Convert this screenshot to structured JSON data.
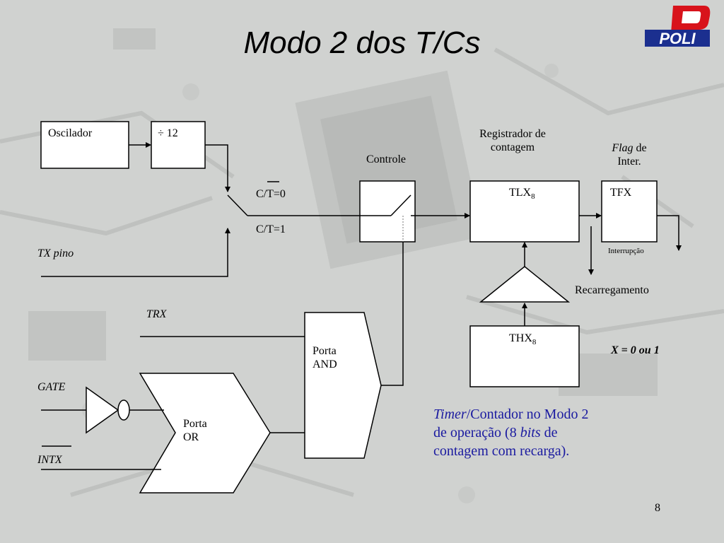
{
  "slide": {
    "title": "Modo 2 dos T/Cs",
    "page_number": "8",
    "logo_text": "POLI"
  },
  "blocks": {
    "oscilador": "Oscilador",
    "div12": "÷ 12",
    "controle": "Controle",
    "registrador": "Registrador de contagem",
    "tlx": "TLX",
    "tlx_sub": "8",
    "thx": "THX",
    "thx_sub": "8",
    "flag_italic": "Flag",
    "flag_rest": " de",
    "flag_line2": "Inter.",
    "tfx": "TFX",
    "interrupcao": "Interrupção",
    "recarregamento": "Recarregamento",
    "porta_and_1": "Porta",
    "porta_and_2": "AND",
    "porta_or_1": "Porta",
    "porta_or_2": "OR"
  },
  "signals": {
    "ct0_prefix": "C/",
    "ct0_bar": "T",
    "ct0_suffix": "=0",
    "ct1": "C/T=1",
    "tx_pino": "TX pino",
    "trx": "TRX",
    "gate": "GATE",
    "intx_bar": "INTX"
  },
  "note": {
    "italic1": "Timer",
    "text1": "/Contador no Modo 2",
    "text2": "de operação (8 ",
    "italic2": "bits",
    "text3": " de",
    "text4": "contagem com recarga)."
  },
  "x_note": "X = 0 ou 1"
}
